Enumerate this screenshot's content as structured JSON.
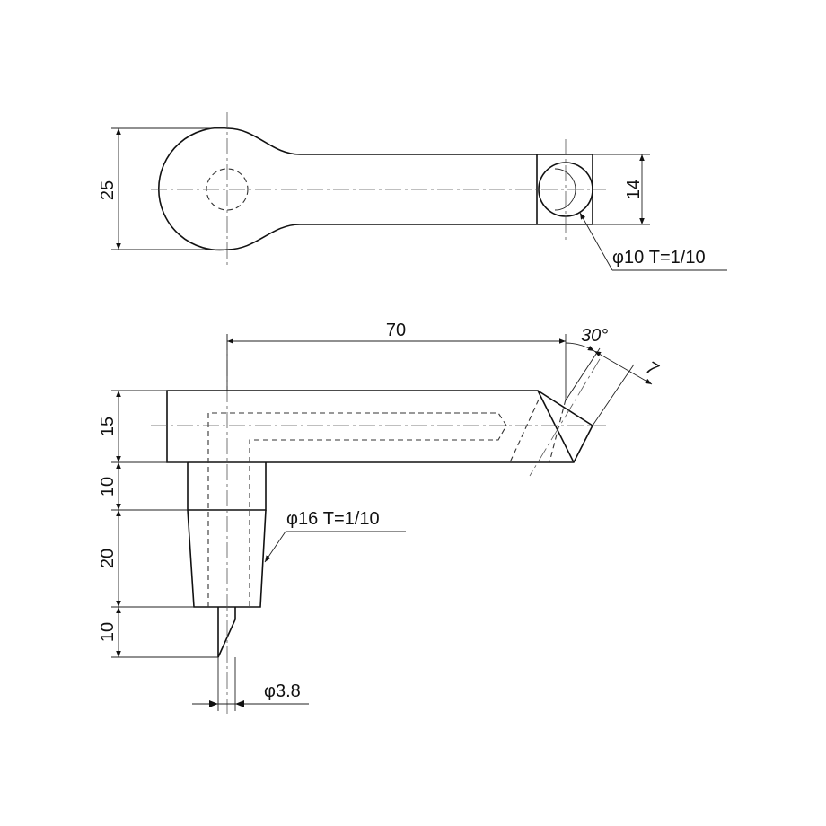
{
  "dimensions": {
    "top_height": "25",
    "end_height": "14",
    "hole_spec": "φ10 T=1/10",
    "length": "70",
    "angle": "30°",
    "bevel": "7",
    "body_height": "15",
    "neck_height": "10",
    "taper_height": "20",
    "tip_height": "10",
    "taper_spec": "φ16 T=1/10",
    "pin_diameter": "φ3.8"
  }
}
